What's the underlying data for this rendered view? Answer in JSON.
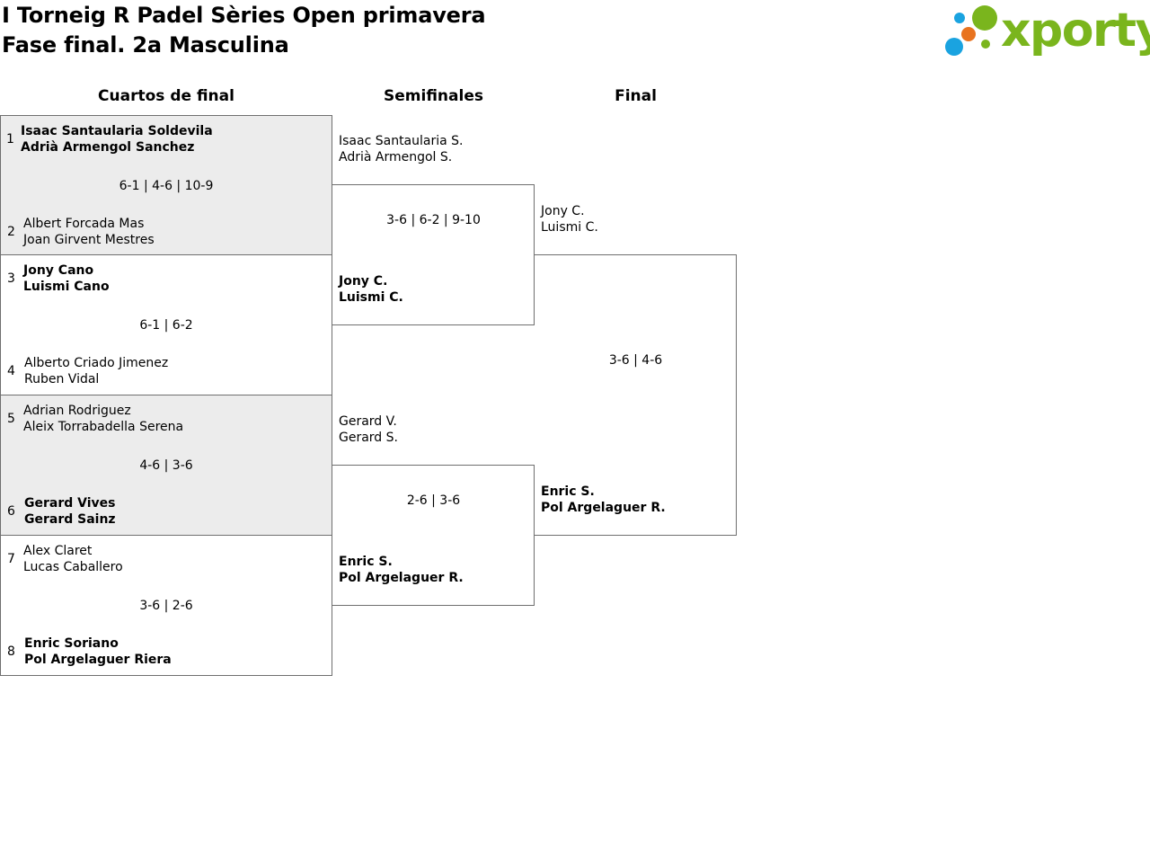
{
  "header": {
    "title_line1": "I Torneig R Padel Sèries Open primavera",
    "title_line2": "Fase final. 2a Masculina",
    "logo_text": "xporty",
    "logo_colors": {
      "green": "#7ab51d",
      "orange": "#e8731f",
      "blue": "#1aa3e0"
    }
  },
  "rounds": {
    "quarter": "Cuartos de final",
    "semi": "Semifinales",
    "final": "Final"
  },
  "quarterfinals": [
    {
      "score": "6-1 | 4-6 | 10-9",
      "top": {
        "seed": "1",
        "p1": "Isaac Santaularia Soldevila",
        "p2": "Adrià Armengol Sanchez"
      },
      "bottom": {
        "seed": "2",
        "p1": "Albert Forcada Mas",
        "p2": "Joan Girvent Mestres"
      }
    },
    {
      "score": "6-1 | 6-2",
      "top": {
        "seed": "3",
        "p1": "Jony Cano",
        "p2": "Luismi Cano"
      },
      "bottom": {
        "seed": "4",
        "p1": "Alberto Criado Jimenez",
        "p2": "Ruben Vidal"
      }
    },
    {
      "score": "4-6 | 3-6",
      "top": {
        "seed": "5",
        "p1": "Adrian Rodriguez",
        "p2": "Aleix Torrabadella Serena"
      },
      "bottom": {
        "seed": "6",
        "p1": "Gerard Vives",
        "p2": "Gerard Sainz"
      }
    },
    {
      "score": "3-6 | 2-6",
      "top": {
        "seed": "7",
        "p1": "Alex Claret",
        "p2": "Lucas Caballero"
      },
      "bottom": {
        "seed": "8",
        "p1": "Enric Soriano",
        "p2": "Pol Argelaguer Riera"
      }
    }
  ],
  "semifinals": [
    {
      "score": "3-6 | 6-2 | 9-10",
      "top": {
        "p1": "Isaac Santaularia S.",
        "p2": "Adrià Armengol S."
      },
      "bottom": {
        "p1": "Jony C.",
        "p2": "Luismi C."
      }
    },
    {
      "score": "2-6 | 3-6",
      "top": {
        "p1": "Gerard V.",
        "p2": "Gerard S."
      },
      "bottom": {
        "p1": "Enric S.",
        "p2": "Pol Argelaguer R."
      }
    }
  ],
  "final": {
    "score": "3-6 | 4-6",
    "top": {
      "p1": "Jony C.",
      "p2": "Luismi C."
    },
    "bottom": {
      "p1": "Enric S.",
      "p2": "Pol Argelaguer R."
    }
  }
}
